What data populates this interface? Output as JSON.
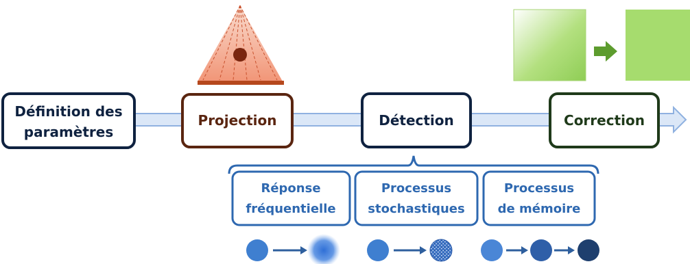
{
  "pipeline": {
    "definition": {
      "line1": "Définition des",
      "line2": "paramètres"
    },
    "projection": {
      "label": "Projection"
    },
    "detection": {
      "label": "Détection"
    },
    "correction": {
      "label": "Correction"
    }
  },
  "detection_effects": [
    {
      "line1": "Réponse",
      "line2": "fréquentielle"
    },
    {
      "line1": "Processus",
      "line2": "stochastiques"
    },
    {
      "line1": "Processus",
      "line2": "de mémoire"
    }
  ],
  "colors": {
    "navy": "#0f2240",
    "brown": "#5a2510",
    "dark_green": "#1f3a1a",
    "blue_text": "#2e68b0",
    "arrow_fill": "#dbe7f7",
    "arrow_stroke": "#8fb1e0",
    "dot_blue": "#3f7fd0",
    "dot_dark": "#1e3f6e",
    "orange": "#e07048",
    "green": "#9dd56a",
    "green_arrow": "#5d9c2e"
  }
}
